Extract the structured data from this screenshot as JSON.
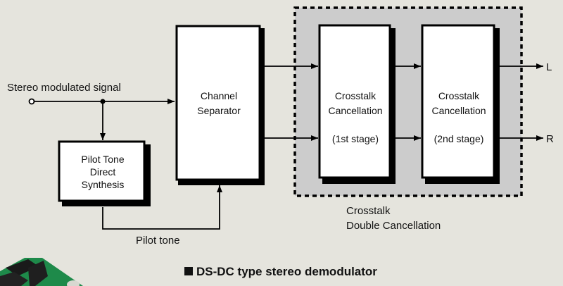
{
  "diagram": {
    "input_label": "Stereo modulated signal",
    "pilot_tone_label": "Pilot tone",
    "blocks": {
      "pilot_synth": {
        "lines": [
          "Pilot Tone",
          "Direct",
          "Synthesis"
        ]
      },
      "channel_separator": {
        "lines": [
          "Channel",
          "Separator"
        ]
      },
      "crosstalk_1": {
        "lines": [
          "Crosstalk",
          "Cancellation",
          "(1st stage)"
        ]
      },
      "crosstalk_2": {
        "lines": [
          "Crosstalk",
          "Cancellation",
          "(2nd stage)"
        ]
      }
    },
    "group_label": [
      "Crosstalk",
      "Double Cancellation"
    ],
    "outputs": {
      "left": "L",
      "right": "R"
    },
    "caption": "DS-DC type stereo demodulator",
    "caption_bullet": "■",
    "colors": {
      "background": "#e5e4dd",
      "group_fill": "#cccccc",
      "block_fill": "#ffffff",
      "stroke": "#000000",
      "pcb_green": "#1e8a4a"
    }
  }
}
